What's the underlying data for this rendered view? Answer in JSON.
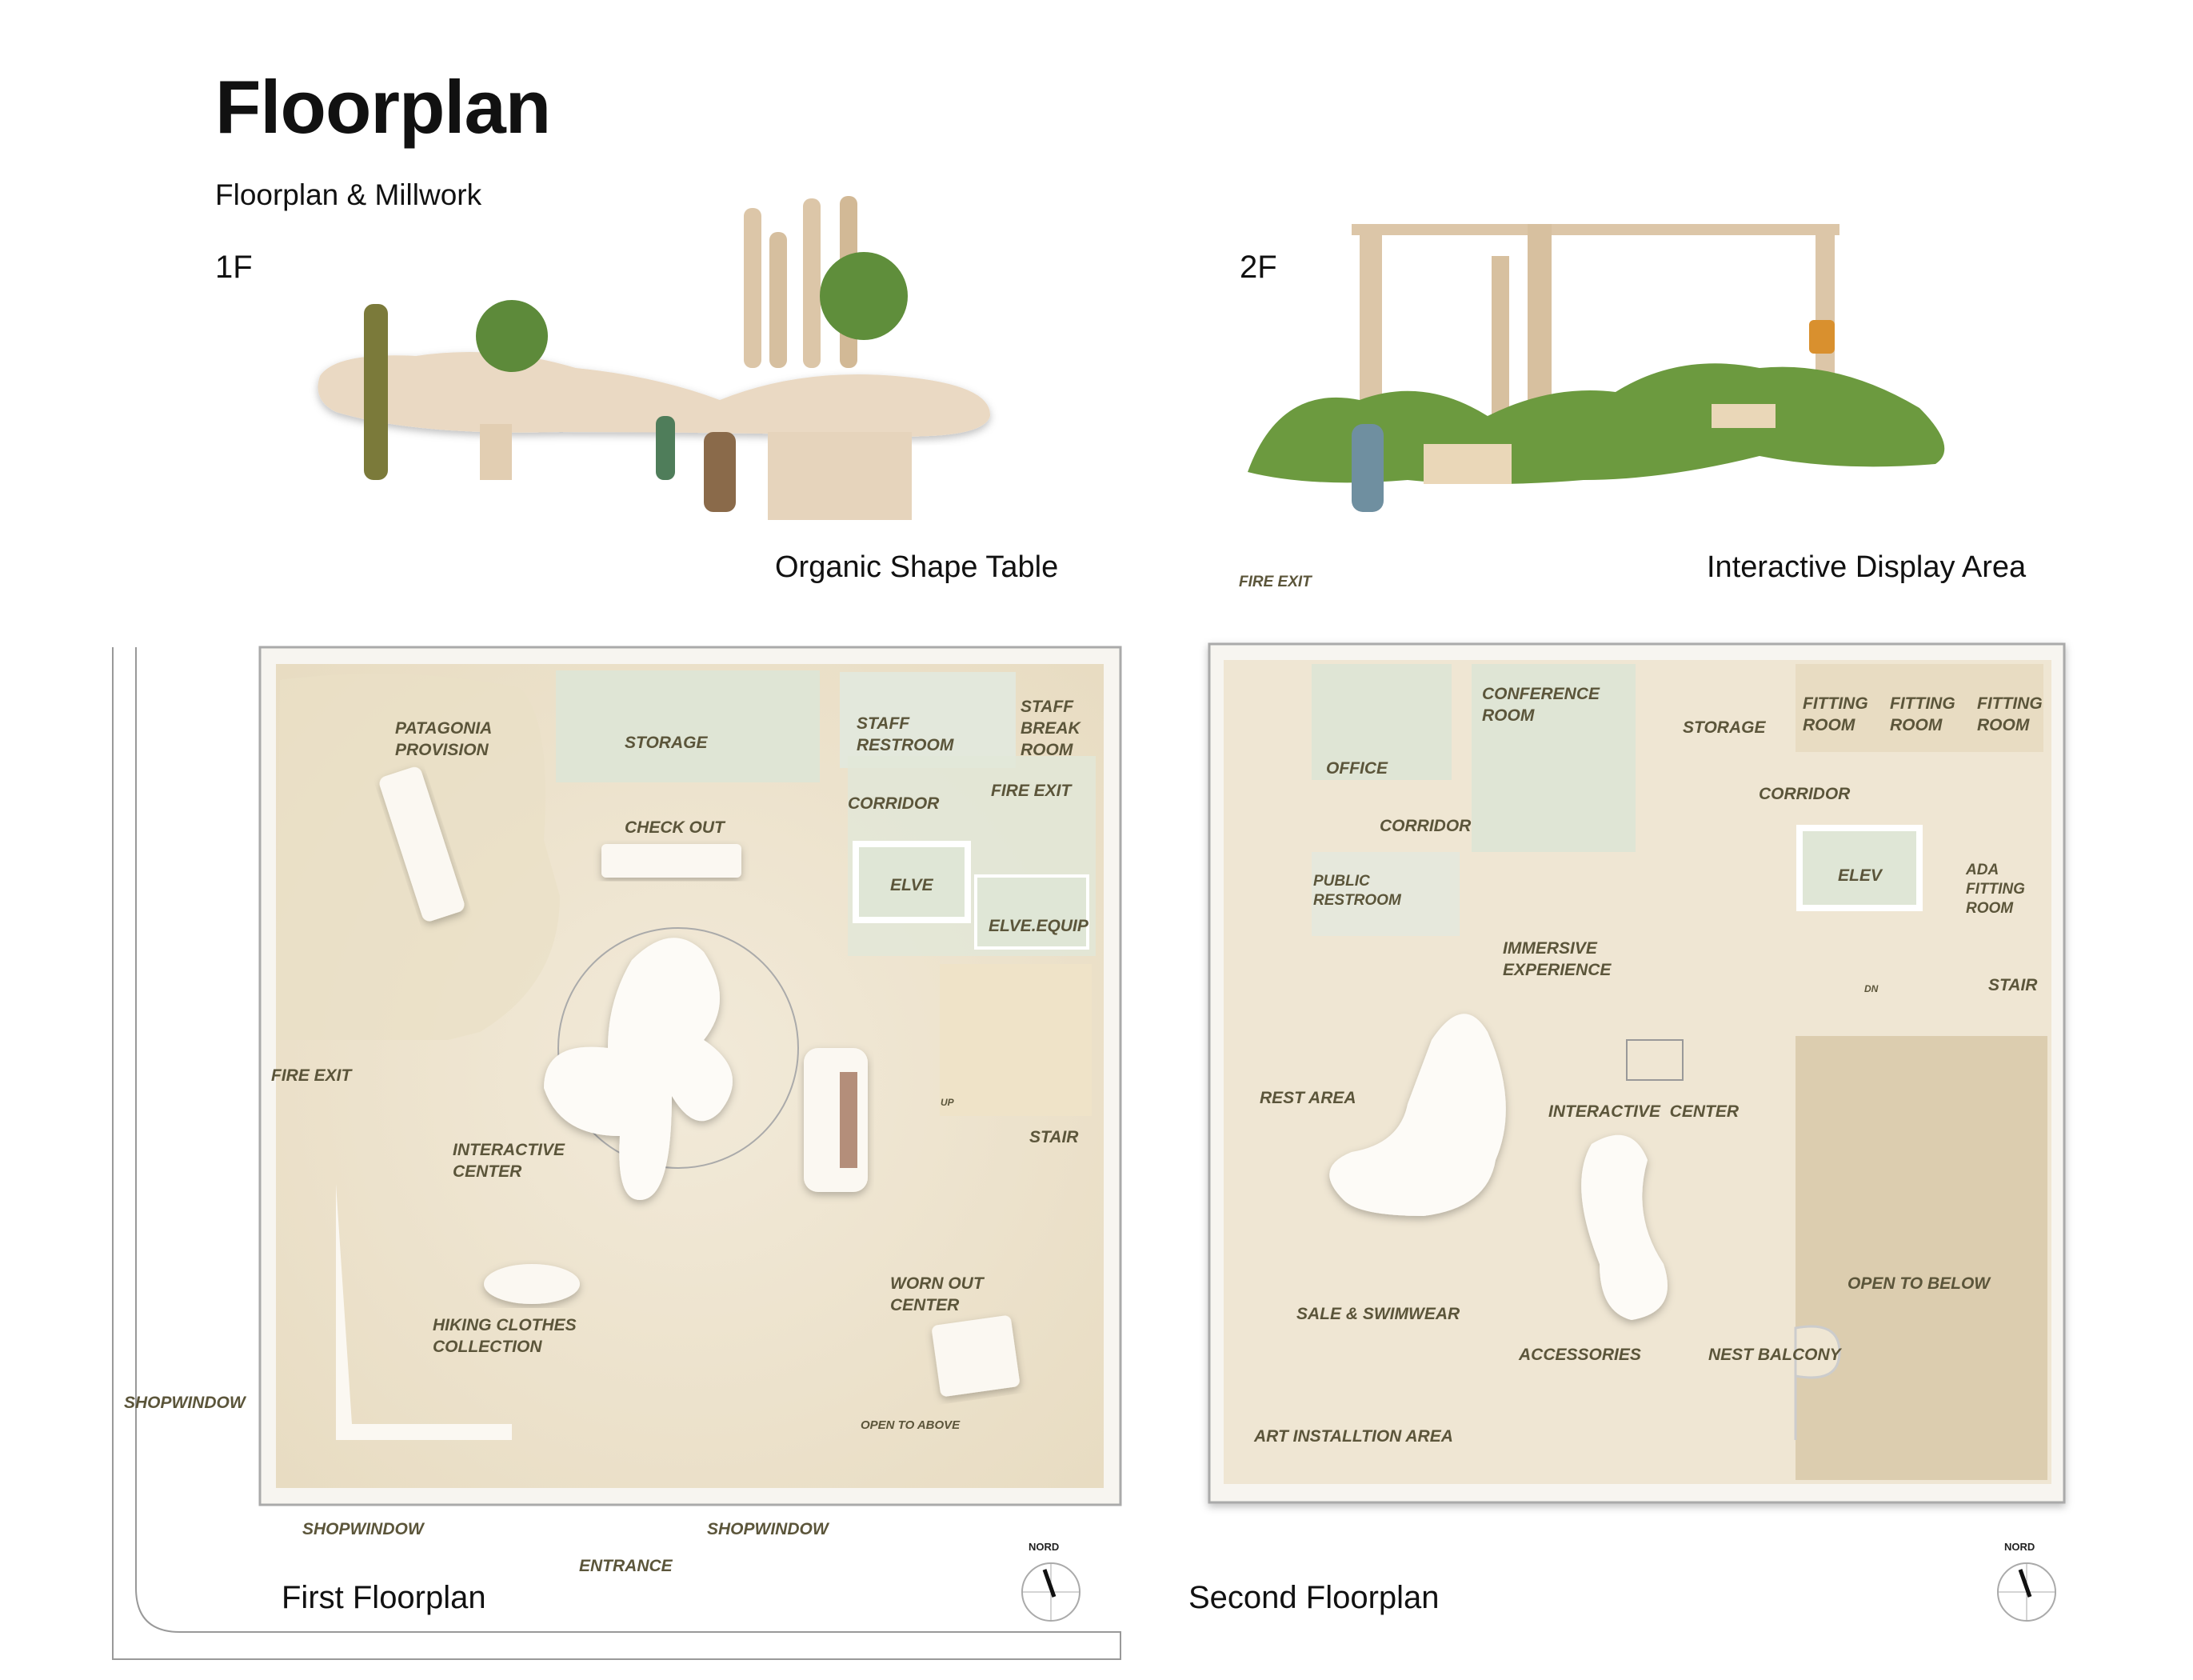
{
  "header": {
    "title": "Floorplan",
    "subtitle": "Floorplan & Millwork"
  },
  "renders": {
    "first": {
      "level": "1F",
      "caption": "Organic Shape Table"
    },
    "second": {
      "level": "2F",
      "caption": "Interactive Display Area"
    }
  },
  "first_floor": {
    "title": "First Floorplan",
    "compass": "NORD",
    "rooms": {
      "patagonia": "PATAGONIA\nPROVISION",
      "storage": "STORAGE",
      "staff_restroom": "STAFF\nRESTROOM",
      "staff_break": "STAFF\nBREAK\nROOM",
      "fire_exit_ne": "FIRE EXIT",
      "corridor": "CORRIDOR",
      "check_out": "CHECK OUT",
      "elve": "ELVE",
      "elve_equip": "ELVE.EQUIP",
      "fire_exit_w": "FIRE EXIT",
      "interactive": "INTERACTIVE\nCENTER",
      "stair": "STAIR",
      "up": "UP",
      "worn_out": "WORN OUT\nCENTER",
      "hiking": "HIKING CLOTHES\nCOLLECTION",
      "open_above": "OPEN TO ABOVE",
      "shopwindow_w": "SHOPWINDOW",
      "shopwindow_s1": "SHOPWINDOW",
      "shopwindow_s2": "SHOPWINDOW",
      "entrance": "ENTRANCE"
    }
  },
  "second_floor": {
    "title": "Second Floorplan",
    "compass": "NORD",
    "fire_exit": "FIRE EXIT",
    "rooms": {
      "office": "OFFICE",
      "conference": "CONFERENCE\nROOM",
      "storage": "STORAGE",
      "fitting1": "FITTING\nROOM",
      "fitting2": "FITTING\nROOM",
      "fitting3": "FITTING\nROOM",
      "corridor_w": "CORRIDOR",
      "corridor_e": "CORRIDOR",
      "public_restroom": "PUBLIC\nRESTROOM",
      "elev": "ELEV",
      "ada": "ADA\nFITTING\nROOM",
      "immersive": "IMMERSIVE\nEXPERIENCE",
      "stair": "STAIR",
      "dn": "DN",
      "rest_area": "REST AREA",
      "interactive": "INTERACTIVE  CENTER",
      "open_below": "OPEN TO BELOW",
      "sale": "SALE & SWIMWEAR",
      "accessories": "ACCESSORIES",
      "nest": "NEST BALCONY",
      "art": "ART INSTALLTION AREA"
    }
  },
  "colors": {
    "floor": "#efe6d3",
    "room_green": "#dfe5d5",
    "label": "#5b553a",
    "open_below": "#dccdaf"
  }
}
